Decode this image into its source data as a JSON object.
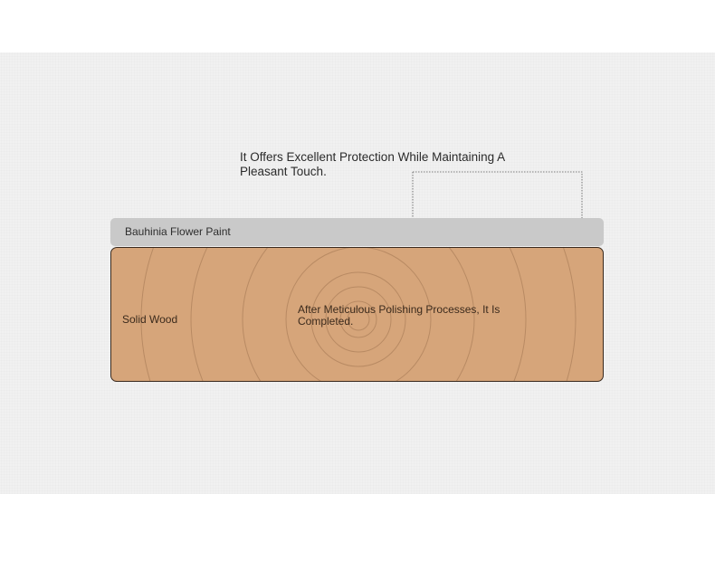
{
  "diagram": {
    "top_caption": "It Offers Excellent Protection While Maintaining A Pleasant Touch.",
    "paint_layer": {
      "label": "Bauhinia Flower Paint",
      "color": "#c9c9c9"
    },
    "wood_layer": {
      "label": "Solid Wood",
      "caption": "After Meticulous Polishing Processes, It Is Completed.",
      "color": "#d6a57a",
      "ring_color": "#b88a63"
    },
    "background_color": "#f1f1f1"
  }
}
